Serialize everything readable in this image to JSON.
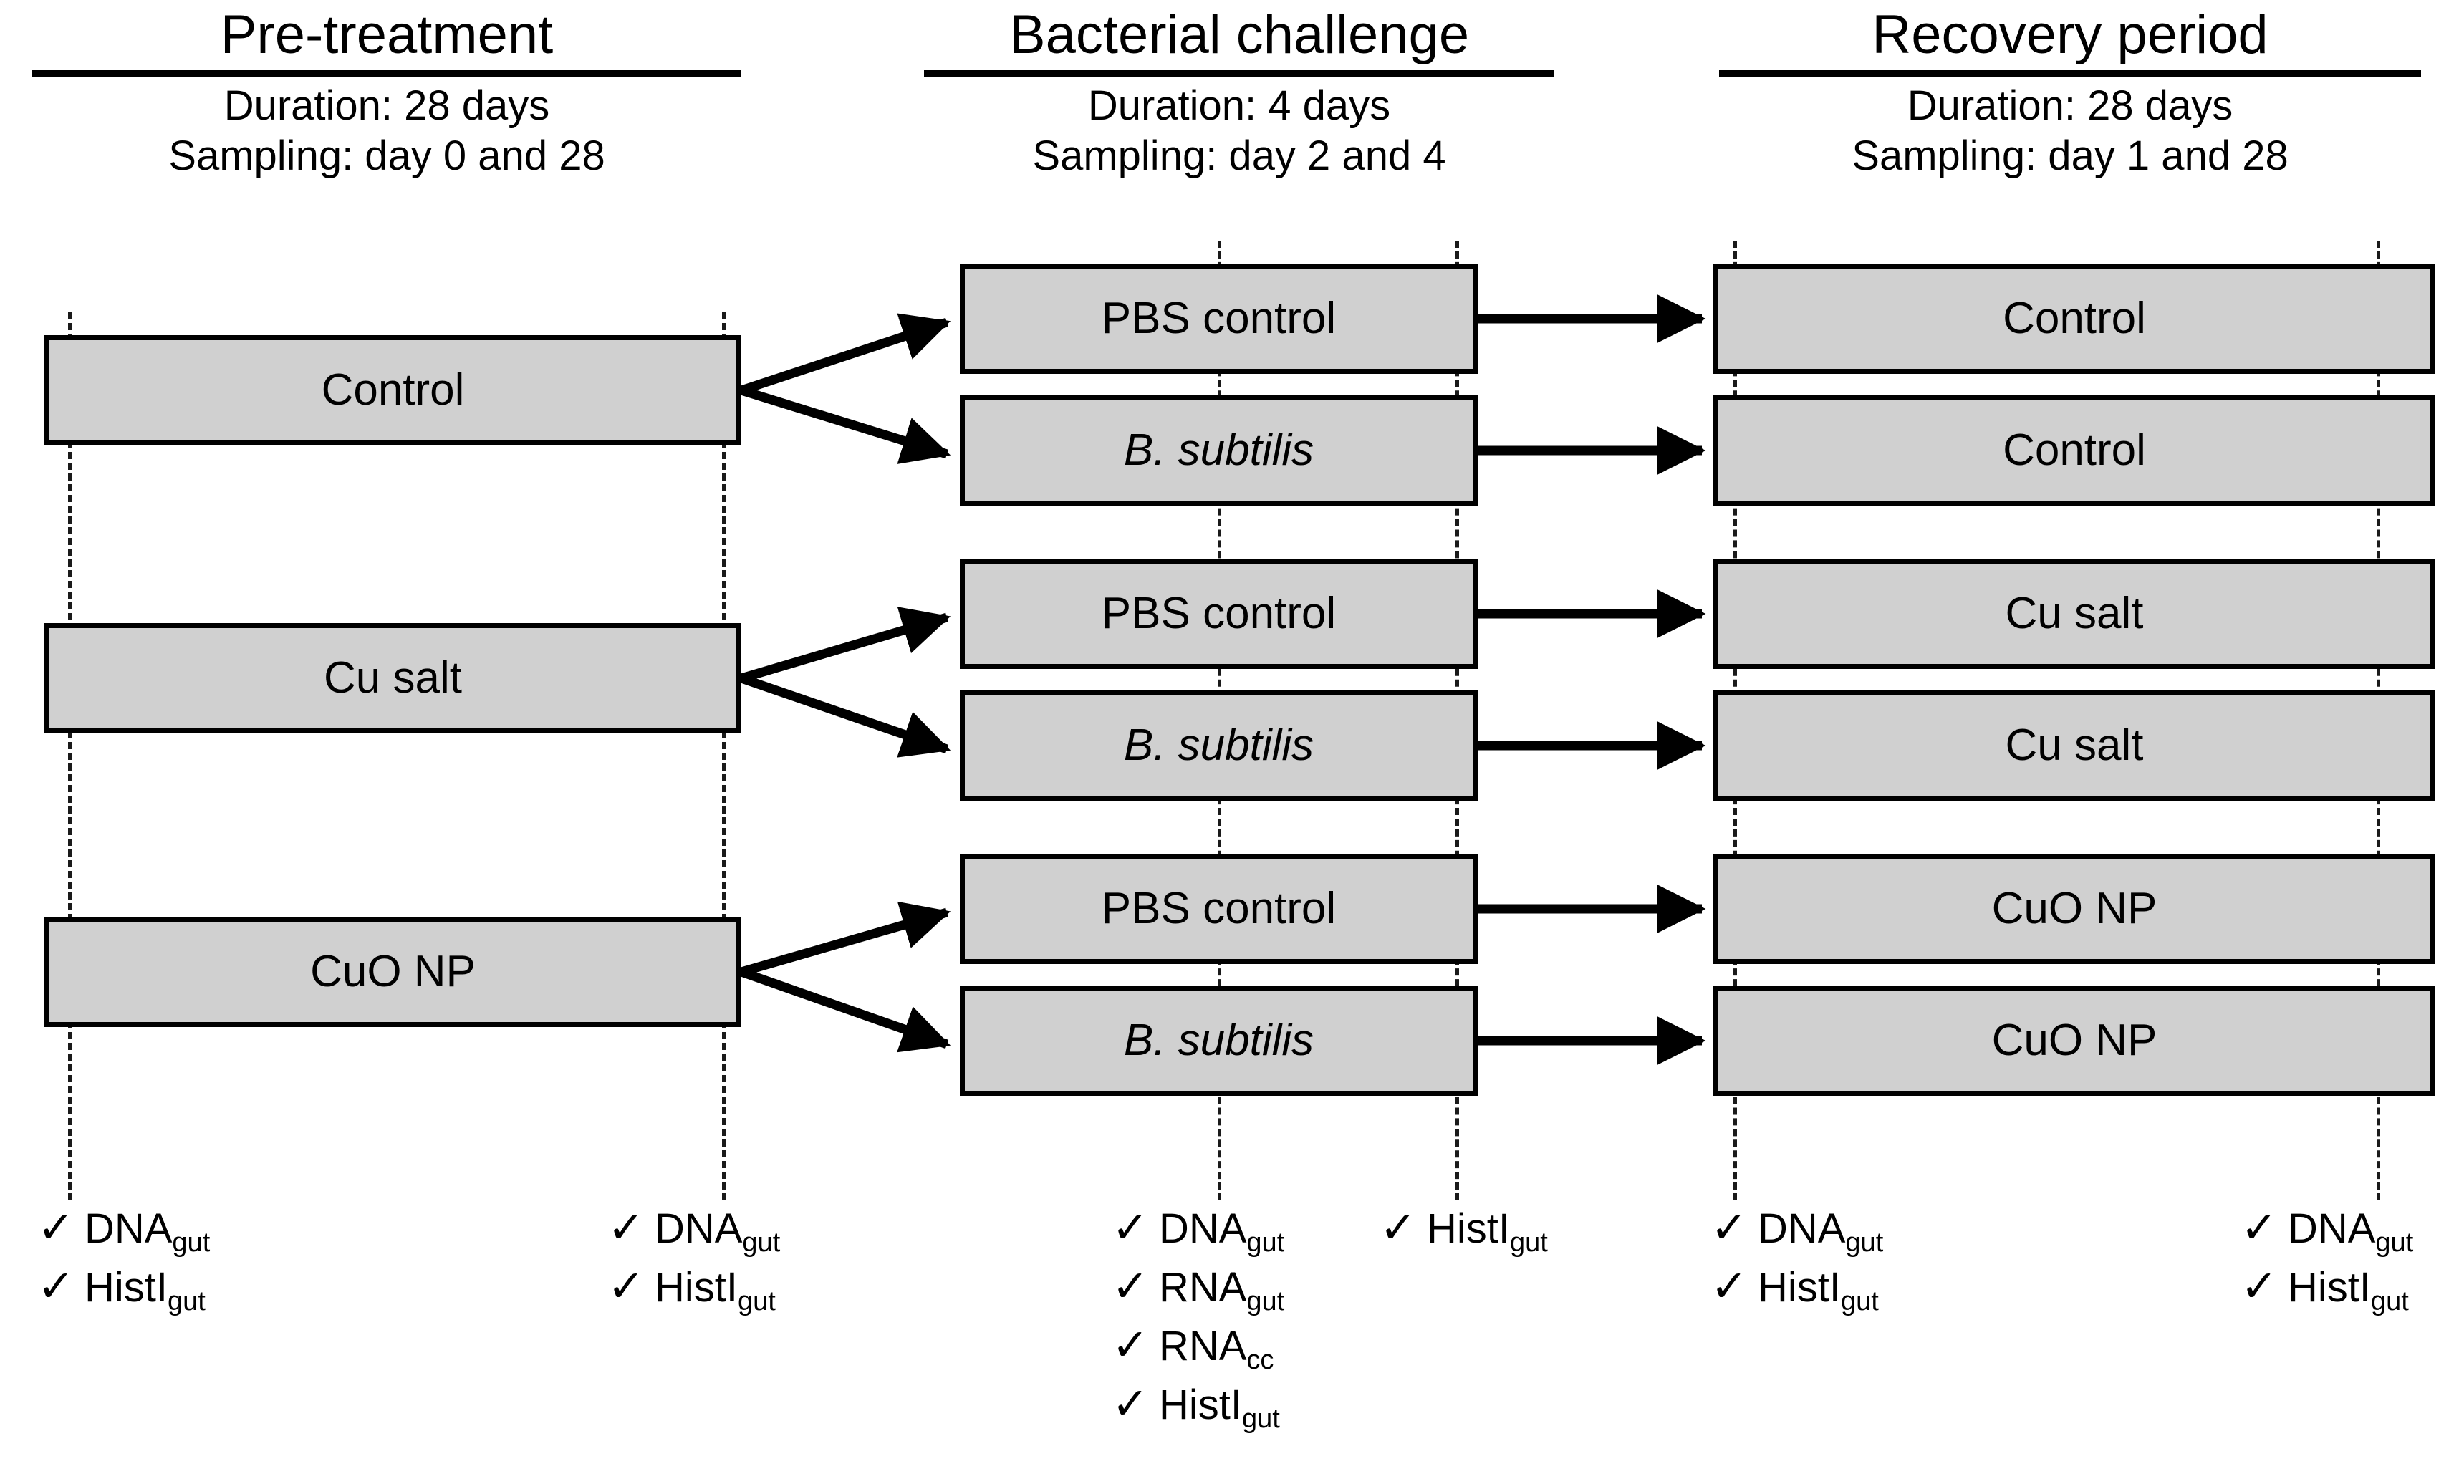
{
  "columns": [
    {
      "id": "pre-treatment",
      "title": "Pre-treatment",
      "duration": "Duration: 28 days",
      "sampling": "Sampling: day 0 and 28",
      "boxes": [
        "Control",
        "Cu salt",
        "CuO NP"
      ]
    },
    {
      "id": "bacterial-challenge",
      "title": "Bacterial challenge",
      "duration": "Duration: 4 days",
      "sampling": "Sampling: day 2 and 4",
      "boxes": [
        "PBS control",
        "B. subtilis",
        "PBS control",
        "B. subtilis",
        "PBS control",
        "B. subtilis"
      ]
    },
    {
      "id": "recovery-period",
      "title": "Recovery period",
      "duration": "Duration: 28 days",
      "sampling": "Sampling: day 1 and 28",
      "boxes": [
        "Control",
        "Control",
        "Cu salt",
        "Cu salt",
        "CuO NP",
        "CuO NP"
      ]
    }
  ],
  "checkmark": "✓",
  "sampling_points": [
    {
      "id": "pre-day0",
      "items": [
        {
          "name": "DNA",
          "sub": "gut"
        },
        {
          "name": "HistI",
          "sub": "gut"
        }
      ]
    },
    {
      "id": "pre-day28",
      "items": [
        {
          "name": "DNA",
          "sub": "gut"
        },
        {
          "name": "HistI",
          "sub": "gut"
        }
      ]
    },
    {
      "id": "challenge-day2",
      "items": [
        {
          "name": "DNA",
          "sub": "gut"
        },
        {
          "name": "RNA",
          "sub": "gut"
        },
        {
          "name": "RNA",
          "sub": "cc"
        },
        {
          "name": "HistI",
          "sub": "gut"
        }
      ]
    },
    {
      "id": "challenge-day4",
      "items": [
        {
          "name": "HistI",
          "sub": "gut"
        }
      ]
    },
    {
      "id": "recovery-day1",
      "items": [
        {
          "name": "DNA",
          "sub": "gut"
        },
        {
          "name": "HistI",
          "sub": "gut"
        }
      ]
    },
    {
      "id": "recovery-day28",
      "items": [
        {
          "name": "DNA",
          "sub": "gut"
        },
        {
          "name": "HistI",
          "sub": "gut"
        }
      ]
    }
  ],
  "colors": {
    "box_fill": "#d0d0d0",
    "stroke": "#000000",
    "background": "#ffffff"
  }
}
